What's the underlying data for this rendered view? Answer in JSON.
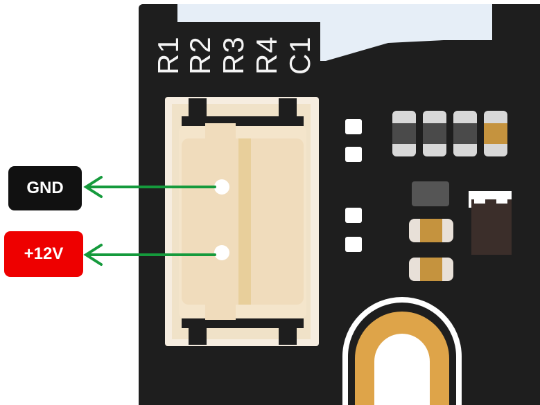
{
  "refdes": [
    "R1",
    "R2",
    "R3",
    "R4",
    "C1"
  ],
  "pins": {
    "gnd": "GND",
    "power": "+12V"
  },
  "colors": {
    "board": "#1e1e1e",
    "connector": "#f3e3c7",
    "gold": "#e0a84c",
    "arrow": "#159a3c",
    "gnd_label": "#111111",
    "power_label": "#ee0000"
  }
}
